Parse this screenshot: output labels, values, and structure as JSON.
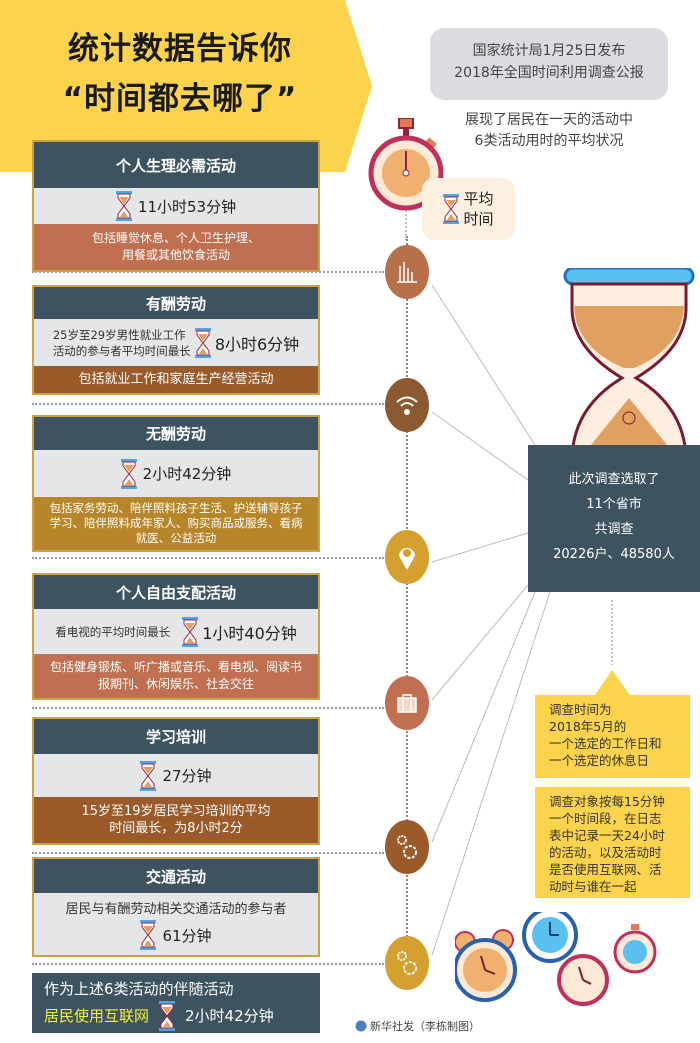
{
  "header": {
    "title_line1": "统计数据告诉你",
    "title_line2": "“时间都去哪了”"
  },
  "publication": {
    "line1": "国家统计局1月25日发布",
    "line2": "2018年全国时间利用调查公报"
  },
  "subtitle": {
    "line1": "展现了居民在一天的活动中",
    "line2": "6类活动用时的平均状况"
  },
  "legend": {
    "line1": "平均",
    "line2": "时间"
  },
  "activities": [
    {
      "title": "个人生理必需活动",
      "time": "11小时53分钟",
      "desc": [
        "包括睡觉休息、个人卫生护理、",
        "用餐或其他饮食活动"
      ],
      "color": "#c07050"
    },
    {
      "title": "有酬劳动",
      "note": [
        "25岁至29岁男性就业工作",
        "活动的参与者平均时间最长"
      ],
      "time": "8小时6分钟",
      "desc": [
        "包括就业工作和家庭生产经营活动"
      ],
      "color": "#9a5a2a"
    },
    {
      "title": "无酬劳动",
      "time": "2小时42分钟",
      "desc": [
        "包括家务劳动、陪伴照料孩子生活、护送辅导孩子",
        "学习、陪伴照料成年家人、购买商品或服务、看病",
        "就医、公益活动"
      ],
      "color": "#b8862a"
    },
    {
      "title": "个人自由支配活动",
      "note": [
        "看电视的平均时间最长"
      ],
      "time": "1小时40分钟",
      "desc": [
        "包括健身锻炼、听广播或音乐、看电视、阅读书",
        "报期刊、休闲娱乐、社会交往"
      ],
      "color": "#c07050"
    },
    {
      "title": "学习培训",
      "time": "27分钟",
      "desc": [
        "15岁至19岁居民学习培训的平均",
        "时间最长，为8小时2分"
      ],
      "color": "#9a5a2a"
    },
    {
      "title": "交通活动",
      "note": [
        "居民与有酬劳动相关交通活动的参与者"
      ],
      "time": "61分钟"
    }
  ],
  "internet": {
    "line1": "作为上述6类活动的伴随活动",
    "highlight": "居民使用互联网",
    "time": "2小时42分钟"
  },
  "survey": {
    "line1": "此次调查选取了",
    "line2": "11个省市",
    "line3": "共调查",
    "line4": "20226户、48580人"
  },
  "notes": [
    [
      "调查时间为",
      "2018年5月的",
      "一个选定的工作日和",
      "一个选定的休息日"
    ],
    [
      "调查对象按每15分钟",
      "一个时间段，在日志",
      "表中记录一天24小时",
      "的活动，以及活动时",
      "是否使用互联网、活",
      "动时与谁在一起"
    ]
  ],
  "credit": "新华社发（李栋制图）",
  "icons": [
    "stopwatch-icon",
    "hourglass-icon",
    "bar-chart-icon",
    "wifi-icon",
    "location-pin-icon",
    "briefcase-icon",
    "gears-icon",
    "alarm-clock-icon"
  ]
}
